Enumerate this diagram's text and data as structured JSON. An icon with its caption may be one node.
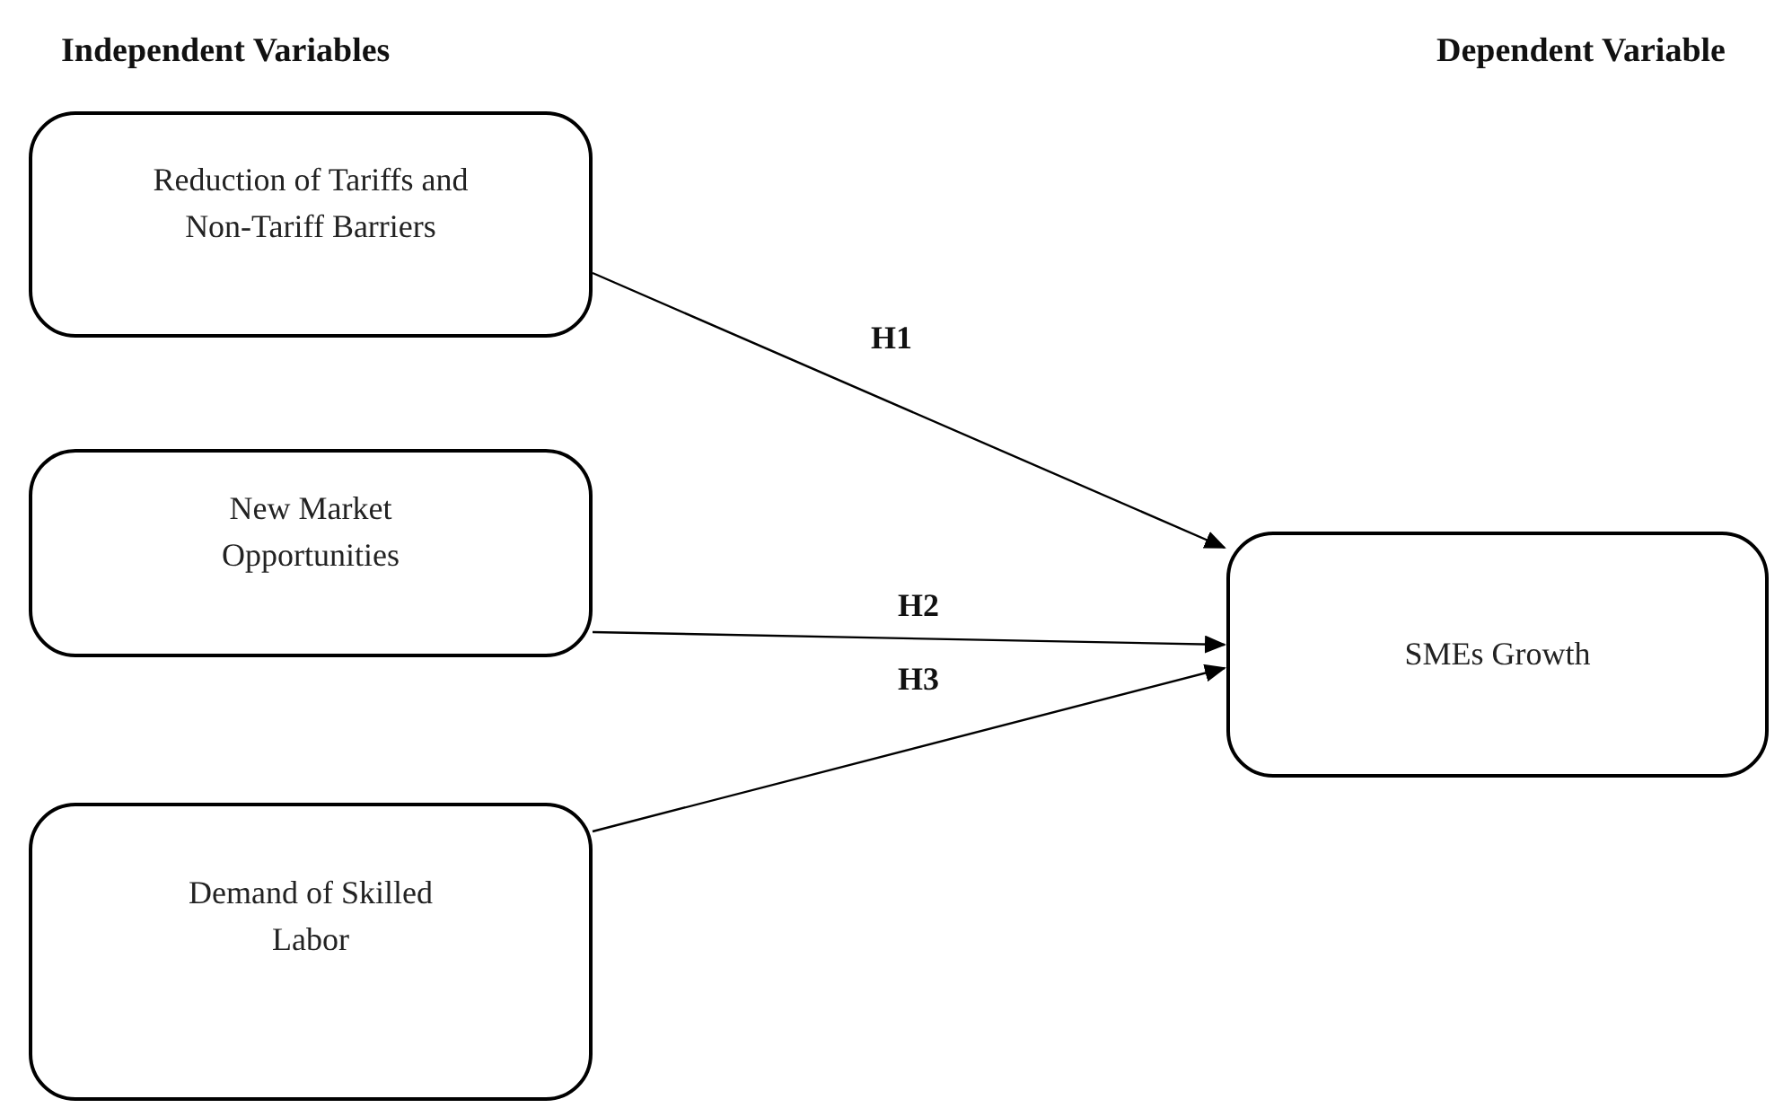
{
  "diagram": {
    "nodes": [
      {
        "text": [
          "Reduction of Tariffs and Non-Tariff Barriers"
        ]
      },
      {
        "text": [
          "New Market Opportunities"
        ]
      },
      {
        "text": [
          "Demand of Skilled Labor"
        ]
      },
      {
        "text": [
          "SMEs Growth"
        ]
      }
    ],
    "edges": [
      {
        "from": 0,
        "to": 3,
        "arrow": "to",
        "label": "H1"
      },
      {
        "from": 1,
        "to": 3,
        "arrow": "to",
        "label": "H2"
      },
      {
        "from": 2,
        "to": 3,
        "arrow": "to",
        "label": "H3"
      }
    ],
    "labels": [
      "Independent Variables",
      "Dependent Variable"
    ]
  }
}
